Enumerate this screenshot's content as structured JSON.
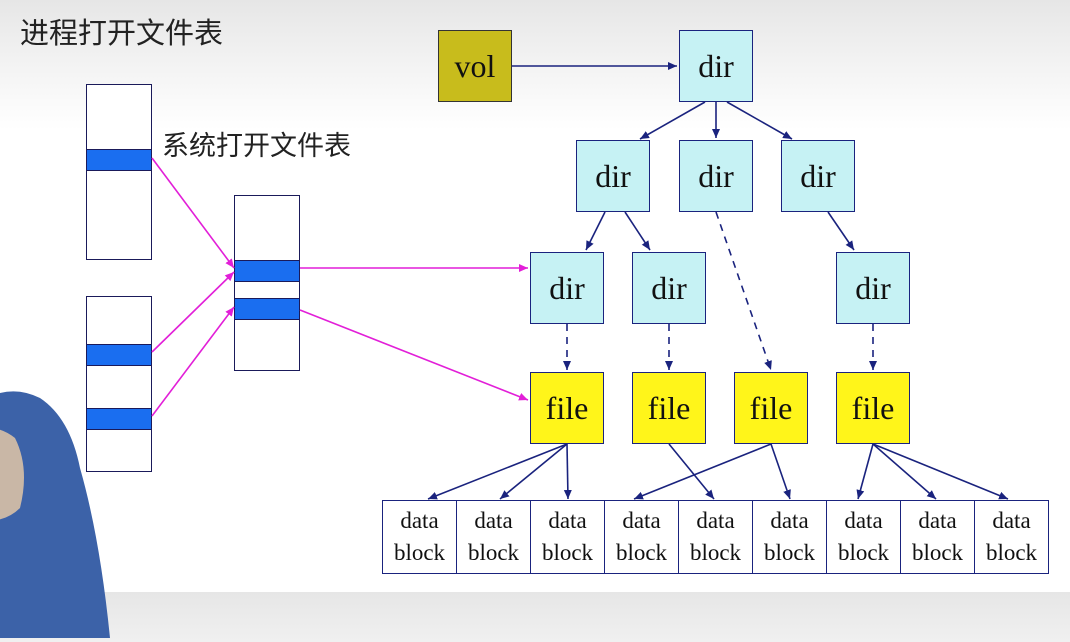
{
  "title": "进程打开文件表",
  "subtitle": "系统打开文件表",
  "nodes": {
    "vol": "vol",
    "dir": "dir",
    "file": "file",
    "data": "data",
    "block": "block"
  },
  "colors": {
    "vol": "#c8bc1c",
    "dir": "#c6f2f4",
    "file": "#fff51a",
    "slot": "#1a6ef0",
    "pointer_arrow": "#e21fd8",
    "tree_arrow": "#1a237e"
  }
}
